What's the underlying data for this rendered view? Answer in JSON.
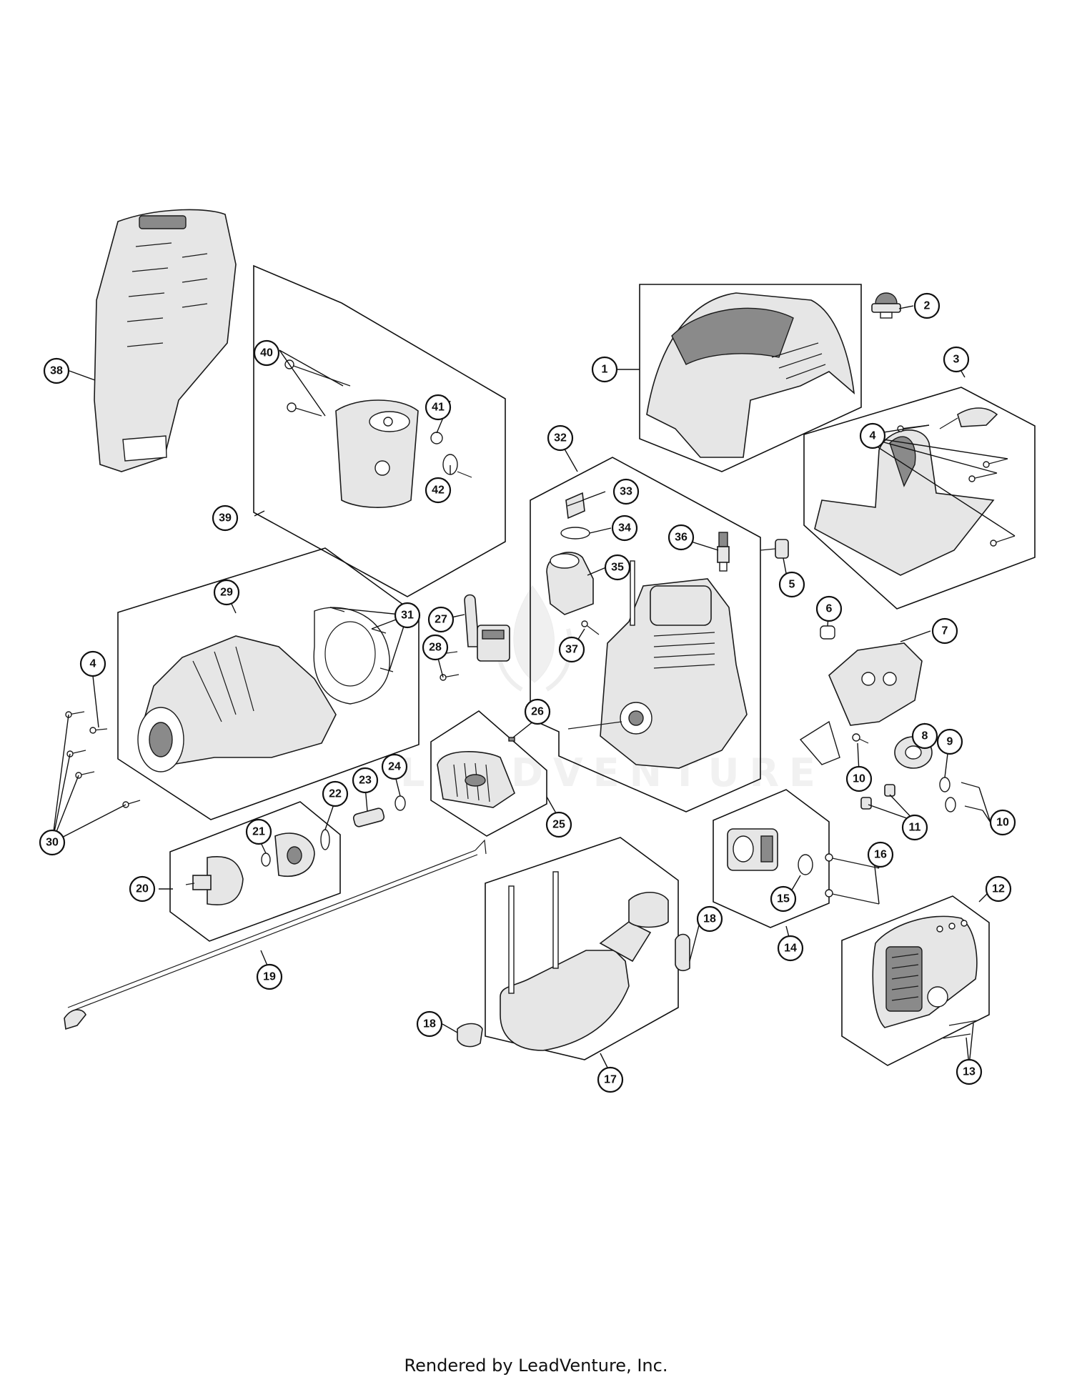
{
  "footer": {
    "credit": "Rendered by LeadVenture, Inc."
  },
  "callouts": [
    {
      "id": "c1",
      "label": "1"
    },
    {
      "id": "c2",
      "label": "2"
    },
    {
      "id": "c3",
      "label": "3"
    },
    {
      "id": "c4a",
      "label": "4"
    },
    {
      "id": "c4b",
      "label": "4"
    },
    {
      "id": "c5",
      "label": "5"
    },
    {
      "id": "c6",
      "label": "6"
    },
    {
      "id": "c7",
      "label": "7"
    },
    {
      "id": "c8",
      "label": "8"
    },
    {
      "id": "c9",
      "label": "9"
    },
    {
      "id": "c10a",
      "label": "10"
    },
    {
      "id": "c10b",
      "label": "10"
    },
    {
      "id": "c11",
      "label": "11"
    },
    {
      "id": "c12",
      "label": "12"
    },
    {
      "id": "c13",
      "label": "13"
    },
    {
      "id": "c14",
      "label": "14"
    },
    {
      "id": "c15",
      "label": "15"
    },
    {
      "id": "c16",
      "label": "16"
    },
    {
      "id": "c17",
      "label": "17"
    },
    {
      "id": "c18a",
      "label": "18"
    },
    {
      "id": "c18b",
      "label": "18"
    },
    {
      "id": "c19",
      "label": "19"
    },
    {
      "id": "c20",
      "label": "20"
    },
    {
      "id": "c21",
      "label": "21"
    },
    {
      "id": "c22",
      "label": "22"
    },
    {
      "id": "c23",
      "label": "23"
    },
    {
      "id": "c24",
      "label": "24"
    },
    {
      "id": "c25",
      "label": "25"
    },
    {
      "id": "c26",
      "label": "26"
    },
    {
      "id": "c27",
      "label": "27"
    },
    {
      "id": "c28",
      "label": "28"
    },
    {
      "id": "c29",
      "label": "29"
    },
    {
      "id": "c30",
      "label": "30"
    },
    {
      "id": "c31",
      "label": "31"
    },
    {
      "id": "c32",
      "label": "32"
    },
    {
      "id": "c33",
      "label": "33"
    },
    {
      "id": "c34",
      "label": "34"
    },
    {
      "id": "c35",
      "label": "35"
    },
    {
      "id": "c36",
      "label": "36"
    },
    {
      "id": "c37",
      "label": "37"
    },
    {
      "id": "c38",
      "label": "38"
    },
    {
      "id": "c39",
      "label": "39"
    },
    {
      "id": "c40",
      "label": "40"
    },
    {
      "id": "c41",
      "label": "41"
    },
    {
      "id": "c42",
      "label": "42"
    }
  ],
  "watermark": {
    "text": "LEADVENTURE"
  }
}
